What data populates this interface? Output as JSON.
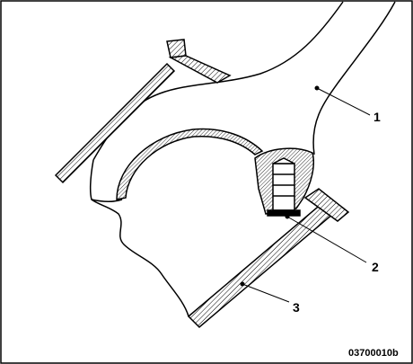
{
  "callouts": {
    "c1": "1",
    "c2": "2",
    "c3": "3"
  },
  "figure_id": "03700010b",
  "colors": {
    "line": "#000000",
    "background": "#ffffff",
    "frame": "#000000"
  }
}
